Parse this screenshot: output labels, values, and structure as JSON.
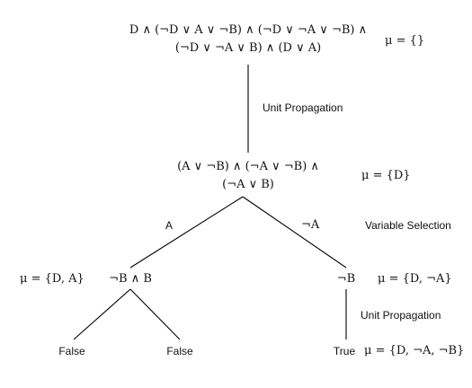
{
  "root": {
    "formula_line1": "D ∧ (¬D ∨ A ∨ ¬B) ∧ (¬D ∨ ¬A ∨ ¬B) ∧",
    "formula_line2": "(¬D ∨ ¬A ∨ B) ∧ (D ∨ A)",
    "mu": "μ = {}"
  },
  "edge_root_to_level1": {
    "label": "Unit Propagation"
  },
  "level1": {
    "formula_line1": "(A ∨ ¬B) ∧ (¬A ∨ ¬B) ∧",
    "formula_line2": "(¬A ∨ B)",
    "mu": "μ = {D}"
  },
  "branches": {
    "left_label": "A",
    "right_label": "¬A",
    "caption": "Variable Selection"
  },
  "left_node": {
    "formula": "¬B ∧ B",
    "mu": "μ = {D, A}",
    "children": [
      "False",
      "False"
    ]
  },
  "right_node": {
    "formula": "¬B",
    "mu": "μ = {D, ¬A}",
    "edge_label": "Unit Propagation",
    "leaf": "True",
    "leaf_mu": "μ = {D, ¬A, ¬B}"
  }
}
